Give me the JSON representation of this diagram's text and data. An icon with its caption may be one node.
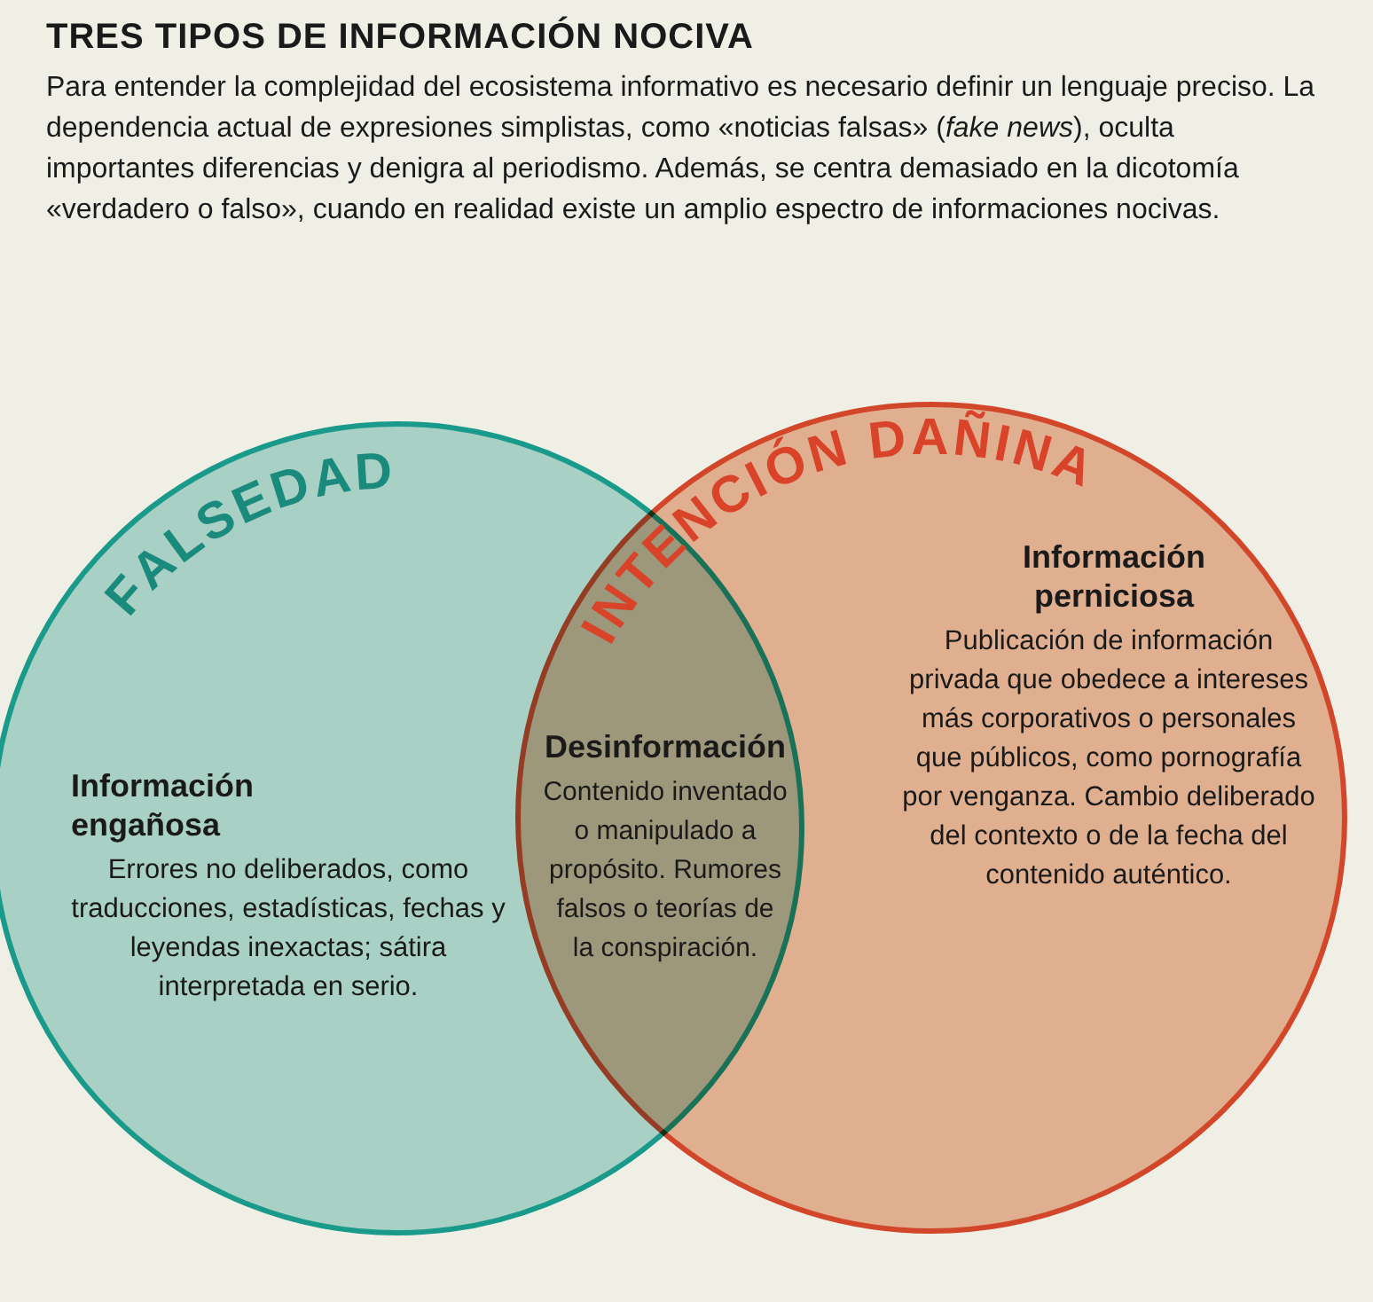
{
  "diagram": {
    "title": "TRES TIPOS DE INFORMACIÓN NOCIVA",
    "nodes": [
      {
        "text": [
          "FALSEDAD"
        ]
      },
      {
        "text": [
          "INTENCIÓN DAÑINA"
        ]
      },
      {
        "text": [
          "Información engañosa",
          "Errores no deliberados, como traducciones, estadísticas, fechas y leyendas inexactas; sátira interpretada en serio."
        ],
        "in": 0
      },
      {
        "text": [
          "Desinformación",
          "Contenido inventado o manipulado a propósito. Rumores falsos o teorías de la conspiración."
        ]
      },
      {
        "text": [
          "Información perniciosa",
          "Publicación de información privada que obedece a intereses más corporativos o personales que públicos, como pornografía por venganza. Cambio deliberado del contexto o de la fecha del contenido auténtico."
        ],
        "in": 1
      }
    ],
    "labels": [
      "Para entender la complejidad del ecosistema informativo es necesario definir un lenguaje preciso. La dependencia actual de expresiones simplistas, como «noticias falsas» (*fake news*), oculta importantes diferencias y denigra al periodismo. Además, se centra demasiado en la dicotomía «verdadero o falso», cuando en realidad existe un amplio espectro de informaciones nocivas."
    ]
  }
}
